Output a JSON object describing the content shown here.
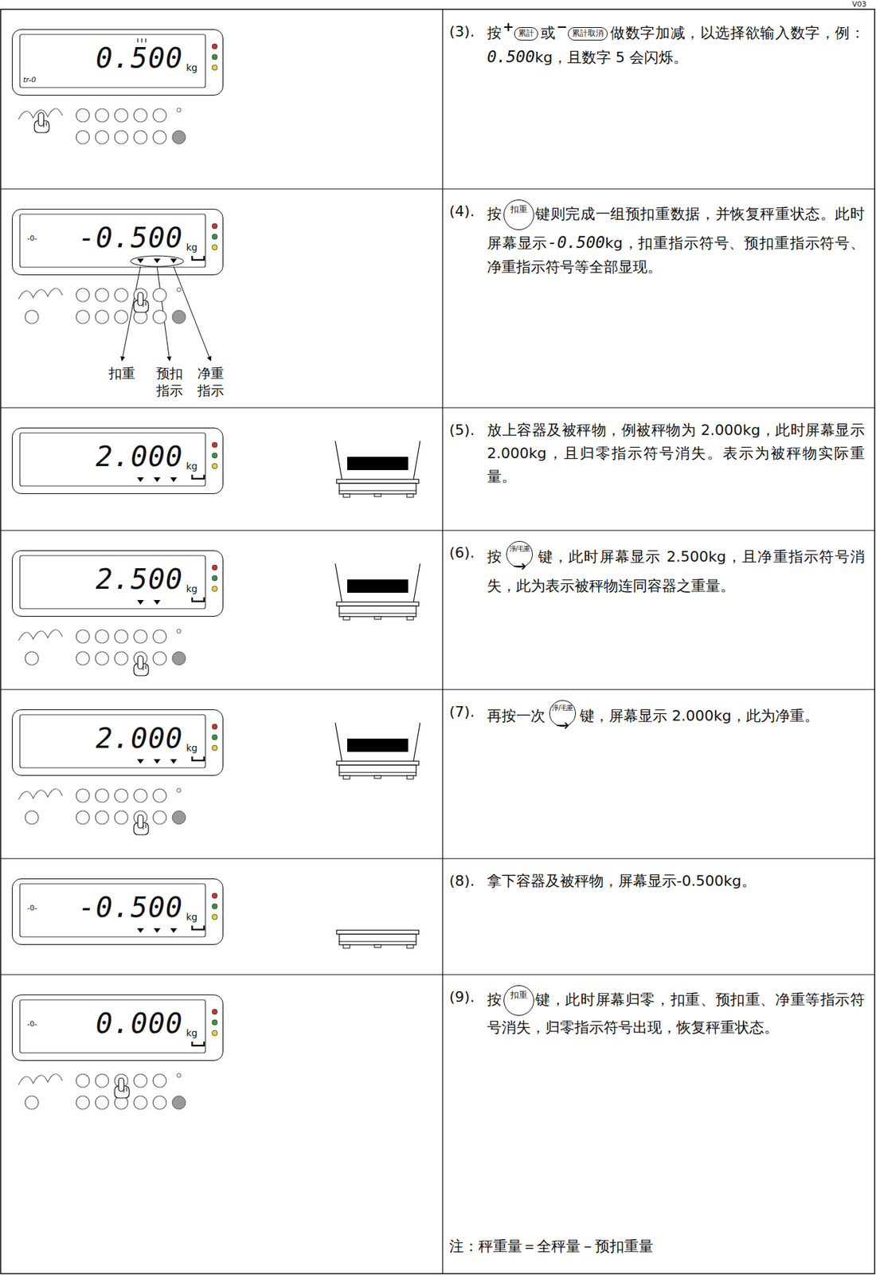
{
  "diagram": {
    "nodes": [
      {
        "text": [
          "0.500",
          "kg",
          "tr-0"
        ]
      },
      {
        "text": [
          "-0-",
          "-0.500",
          "kg"
        ]
      },
      {
        "text": [
          "2.000",
          "kg"
        ]
      },
      {
        "text": [
          "2.500",
          "kg"
        ]
      },
      {
        "text": [
          "2.000",
          "kg"
        ]
      },
      {
        "text": [
          "-0-",
          "-0.500",
          "kg"
        ]
      },
      {
        "text": [
          "-0-",
          "0.000",
          "kg"
        ]
      }
    ],
    "labels": [
      "V03",
      "(3).",
      "按",
      "+",
      "累計",
      "或",
      "−",
      "累計取消",
      "做数字加减，以选择欲输入数字，例：",
      "0.500",
      "kg，且数字 5 会闪烁。",
      "扣重",
      "预扣 指示",
      "净重 指示",
      "(4).",
      "按",
      "扣重",
      "键则完成一组预扣重数据，并恢复秤重状态。此时屏幕显示",
      "-0.500",
      "kg，扣重指示符号、预扣重指示符号、净重指示符号等全部显现。",
      "(5).",
      "放上容器及被秤物，例被秤物为 2.000kg，此时屏幕显示 2.000kg，且归零指示符号消失。表示为被秤物实际重量。",
      "(6).",
      "按",
      "淨/毛重",
      "→",
      "键，此时屏幕显示 2.500kg，且净重指示符号消失，此为表示被秤物连同容器之重量。",
      "(7).",
      "再按一次",
      "淨/毛重",
      "→",
      "键，屏幕显示 2.000kg，此为净重。",
      "(8).",
      "拿下容器及被秤物，屏幕显示-0.500kg。",
      "(9).",
      "按",
      "扣重",
      "键，此时屏幕归零，扣重、预扣重、净重等指示符号消失，归零指示符号出现，恢复秤重状态。",
      "注：秤重量＝全秤量－预扣重量"
    ]
  }
}
